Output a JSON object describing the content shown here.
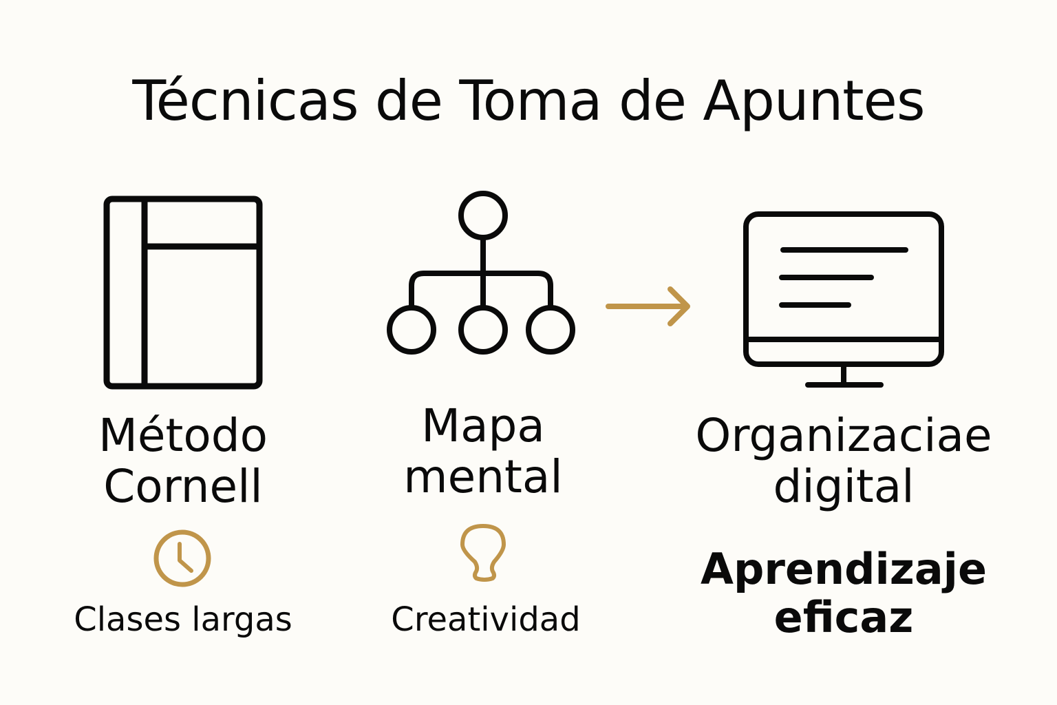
{
  "title": "Técnicas de Toma de Apuntes",
  "colors": {
    "accent": "#c0954a",
    "ink": "#0a0a0a",
    "background": "#fdfcf8"
  },
  "columns": [
    {
      "icon": "cornell-notebook-icon",
      "label_line1": "Método",
      "label_line2": "Cornell",
      "sub_icon": "clock-icon",
      "sub_label": "Clases largas"
    },
    {
      "icon": "mind-map-icon",
      "label_line1": "Mapa",
      "label_line2": "mental",
      "sub_icon": "lightbulb-icon",
      "sub_label": "Creatividad"
    },
    {
      "icon": "monitor-icon",
      "label_line1": "Organizaciae",
      "label_line2": "digital",
      "sub_label_line1": "Aprendizaje",
      "sub_label_line2": "eficaz"
    }
  ],
  "connector": "arrow-right-icon"
}
